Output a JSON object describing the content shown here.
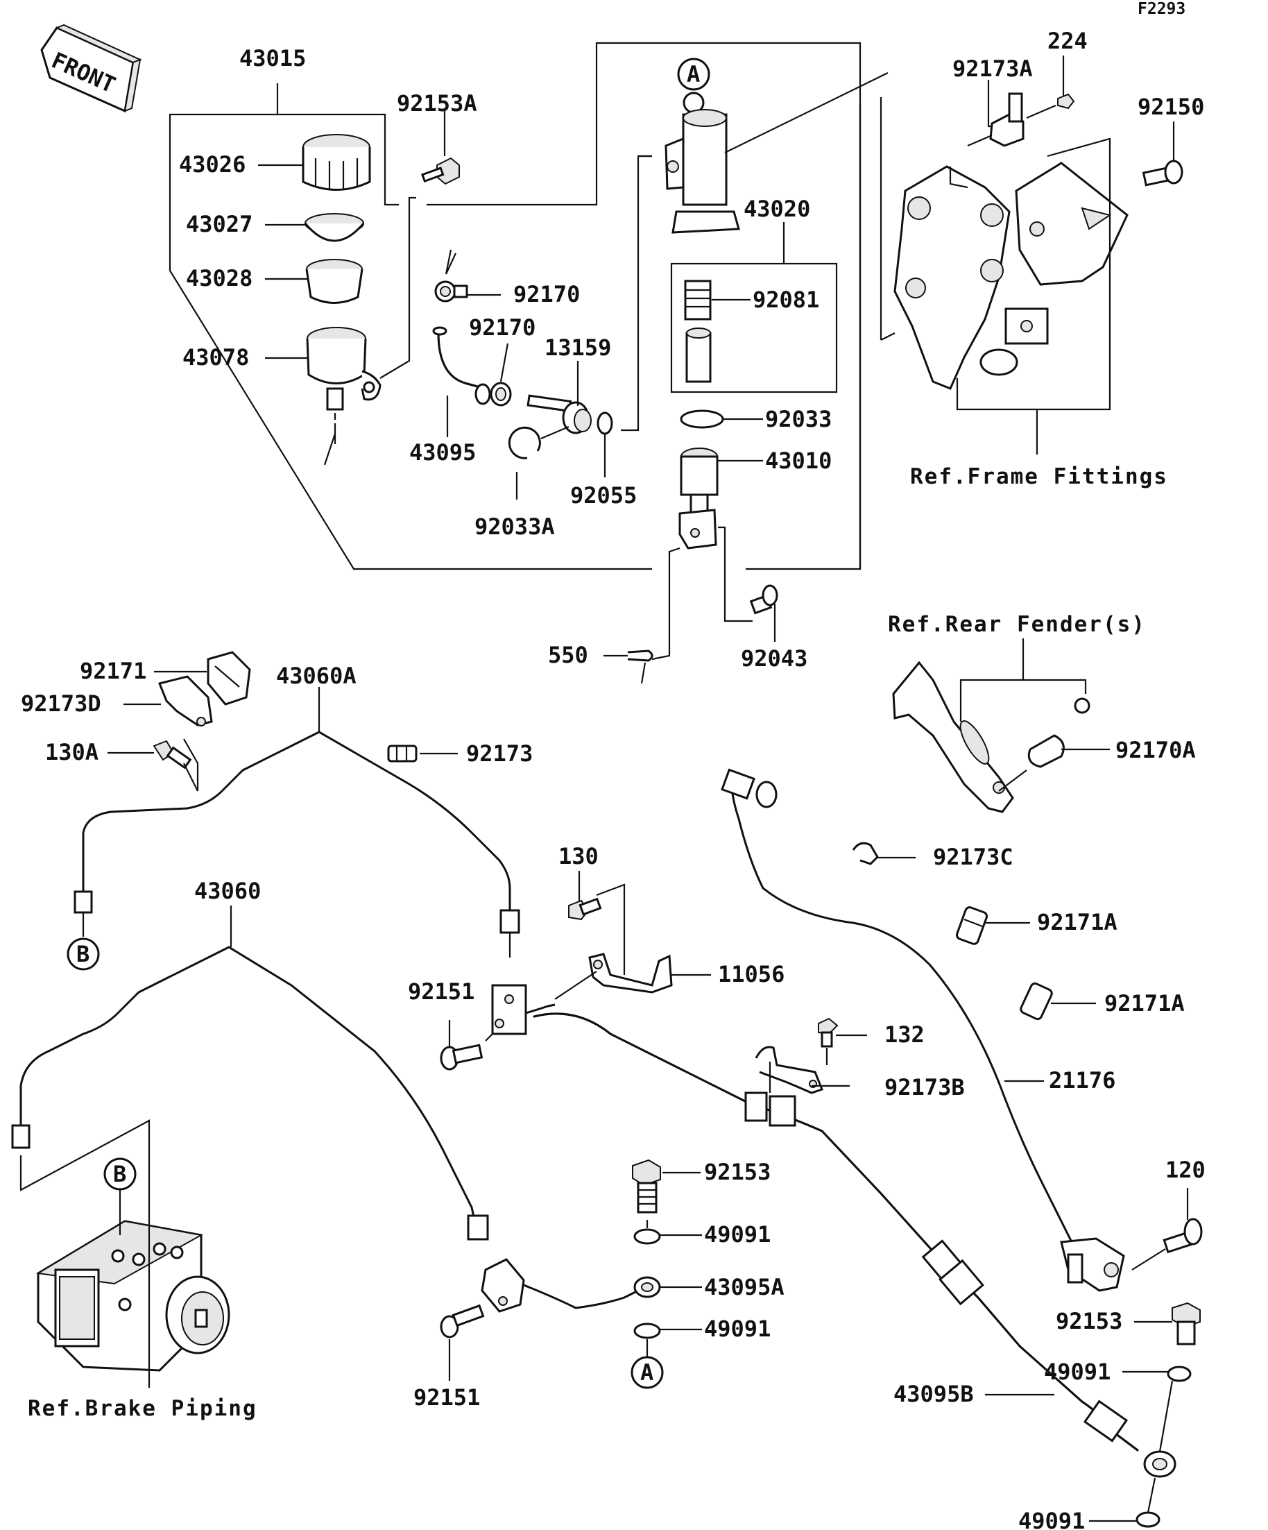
{
  "figure_id": "F2293",
  "front_label": "FRONT",
  "references": {
    "frame": "Ref.Frame Fittings",
    "fender": "Ref.Rear Fender(s)",
    "brake": "Ref.Brake Piping"
  },
  "markers": {
    "a": "A",
    "b": "B"
  },
  "parts": {
    "p43015": "43015",
    "p92153A": "92153A",
    "p43026": "43026",
    "p43027": "43027",
    "p43028": "43028",
    "p43078": "43078",
    "p92170_1": "92170",
    "p92170_2": "92170",
    "p13159": "13159",
    "p43095": "43095",
    "p92033A": "92033A",
    "p92055": "92055",
    "p43020": "43020",
    "p92081": "92081",
    "p92033": "92033",
    "p43010": "43010",
    "p550": "550",
    "p92043": "92043",
    "p92173A": "92173A",
    "p224": "224",
    "p92150": "92150",
    "p92171": "92171",
    "p92173D": "92173D",
    "p130A": "130A",
    "p43060A": "43060A",
    "p92173": "92173",
    "p43060": "43060",
    "p130": "130",
    "p11056": "11056",
    "p92151_1": "92151",
    "p92151_2": "92151",
    "p92170A": "92170A",
    "p92173C": "92173C",
    "p92171A_1": "92171A",
    "p92171A_2": "92171A",
    "p132": "132",
    "p92173B": "92173B",
    "p21176": "21176",
    "p92153_1": "92153",
    "p92153_2": "92153",
    "p49091_1": "49091",
    "p49091_2": "49091",
    "p49091_3": "49091",
    "p49091_4": "49091",
    "p43095A": "43095A",
    "p43095B": "43095B",
    "p120": "120"
  }
}
